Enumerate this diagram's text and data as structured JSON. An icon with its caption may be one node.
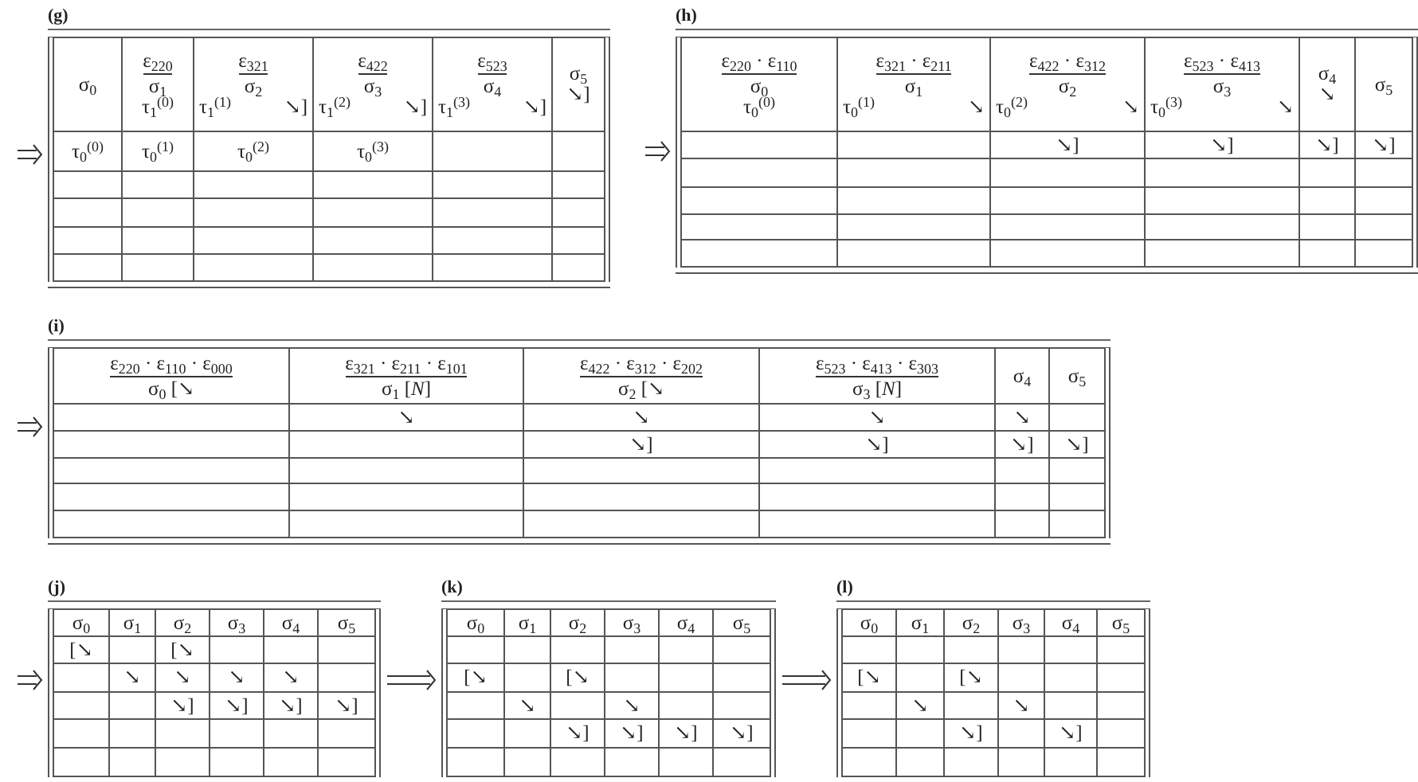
{
  "diagram": {
    "nodes": [
      {
        "text": [
          "(g)",
          "σ$_{0}$",
          "ε$_{220}$",
          "σ$_{1}$",
          "τ$_{1}$$^{(0)}$",
          "ε$_{321}$",
          "σ$_{2}$",
          "τ$_{1}$$^{(1)}$",
          "↘]",
          "ε$_{422}$",
          "σ$_{3}$",
          "τ$_{1}$$^{(2)}$",
          "↘]",
          "ε$_{523}$",
          "σ$_{4}$",
          "τ$_{1}$$^{(3)}$",
          "↘]",
          "σ$_{5}$",
          "↘]",
          "τ$_{0}$$^{(0)}$",
          "τ$_{0}$$^{(1)}$",
          "τ$_{0}$$^{(2)}$",
          "τ$_{0}$$^{(3)}$"
        ]
      },
      {
        "text": [
          "(h)",
          "ε$_{220}$ · ε$_{110}$",
          "σ$_{0}$",
          "τ$_{0}$$^{(0)}$",
          "ε$_{321}$ · ε$_{211}$",
          "σ$_{1}$",
          "τ$_{0}$$^{(1)}$",
          "↘",
          "ε$_{422}$ · ε$_{312}$",
          "σ$_{2}$",
          "τ$_{0}$$^{(2)}$",
          "↘",
          "ε$_{523}$ · ε$_{413}$",
          "σ$_{3}$",
          "τ$_{0}$$^{(3)}$",
          "↘",
          "σ$_{4}$",
          "↘",
          "σ$_{5}$",
          "↘]",
          "↘]",
          "↘]",
          "↘]"
        ]
      },
      {
        "text": [
          "(i)",
          "ε$_{220}$ · ε$_{110}$ · ε$_{000}$",
          "σ$_{0}$ [↘",
          "ε$_{321}$ · ε$_{211}$ · ε$_{101}$",
          "σ$_{1}$ [*N*]",
          "ε$_{422}$ · ε$_{312}$ · ε$_{202}$",
          "σ$_{2}$ [↘",
          "ε$_{523}$ · ε$_{413}$ · ε$_{303}$",
          "σ$_{3}$ [*N*]",
          "σ$_{4}$",
          "σ$_{5}$",
          "↘",
          "↘",
          "↘",
          "↘",
          "↘]",
          "↘]",
          "↘]",
          "↘]"
        ]
      },
      {
        "text": [
          "(j)",
          "σ$_{0}$",
          "σ$_{1}$",
          "σ$_{2}$",
          "σ$_{3}$",
          "σ$_{4}$",
          "σ$_{5}$",
          "[↘",
          "[↘",
          "↘",
          "↘",
          "↘",
          "↘",
          "↘]",
          "↘]",
          "↘]",
          "↘]"
        ]
      },
      {
        "text": [
          "(k)",
          "σ$_{0}$",
          "σ$_{1}$",
          "σ$_{2}$",
          "σ$_{3}$",
          "σ$_{4}$",
          "σ$_{5}$",
          "[↘",
          "[↘",
          "↘",
          "↘",
          "↘]",
          "↘]",
          "↘]",
          "↘]"
        ]
      },
      {
        "text": [
          "(l)",
          "σ$_{0}$",
          "σ$_{1}$",
          "σ$_{2}$",
          "σ$_{3}$",
          "σ$_{4}$",
          "σ$_{5}$",
          "[↘",
          "[↘",
          "↘",
          "↘",
          "↘]",
          "↘]"
        ]
      }
    ],
    "edges": [
      {
        "from": null,
        "to": 0,
        "arrow": "to"
      },
      {
        "from": null,
        "to": 1,
        "arrow": "to"
      },
      {
        "from": null,
        "to": 2,
        "arrow": "to"
      },
      {
        "from": null,
        "to": 3,
        "arrow": "to"
      },
      {
        "from": 3,
        "to": 4,
        "arrow": "to"
      },
      {
        "from": 4,
        "to": 5,
        "arrow": "to"
      }
    ]
  }
}
